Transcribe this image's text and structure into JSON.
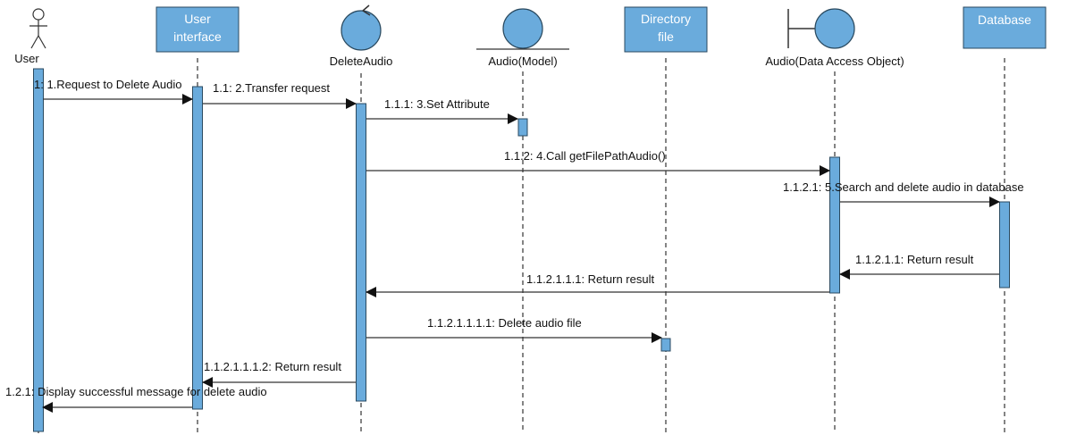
{
  "colors": {
    "fill": "#6aabdc",
    "stroke": "#2a4a60",
    "line": "#333333",
    "box_text": "#ffffff"
  },
  "lifelines": [
    {
      "id": "user",
      "kind": "actor",
      "label": "User"
    },
    {
      "id": "ui",
      "kind": "box",
      "label_lines": [
        "User",
        "interface"
      ]
    },
    {
      "id": "delete",
      "kind": "control",
      "label": "DeleteAudio"
    },
    {
      "id": "model",
      "kind": "entity",
      "label": "Audio(Model)"
    },
    {
      "id": "dir",
      "kind": "box",
      "label_lines": [
        "Directory",
        "file"
      ]
    },
    {
      "id": "dao",
      "kind": "boundary",
      "label": "Audio(Data Access Object)"
    },
    {
      "id": "db",
      "kind": "box",
      "label_lines": [
        "Database"
      ]
    }
  ],
  "messages": [
    {
      "from": "user",
      "to": "ui",
      "label": "1: 1.Request to Delete Audio",
      "type": "sync"
    },
    {
      "from": "ui",
      "to": "delete",
      "label": "1.1: 2.Transfer request",
      "type": "sync"
    },
    {
      "from": "delete",
      "to": "model",
      "label": "1.1.1: 3.Set Attribute",
      "type": "sync"
    },
    {
      "from": "delete",
      "to": "dao",
      "label": "1.1.2: 4.Call getFilePathAudio()",
      "type": "sync"
    },
    {
      "from": "dao",
      "to": "db",
      "label": "1.1.2.1: 5.Search and delete audio in database",
      "type": "sync"
    },
    {
      "from": "db",
      "to": "dao",
      "label": "1.1.2.1.1: Return result",
      "type": "sync"
    },
    {
      "from": "dao",
      "to": "delete",
      "label": "1.1.2.1.1.1: Return result",
      "type": "sync"
    },
    {
      "from": "delete",
      "to": "dir",
      "label": "1.1.2.1.1.1.1: Delete audio file",
      "type": "sync"
    },
    {
      "from": "delete",
      "to": "ui",
      "label": "1.1.2.1.1.1.2: Return result",
      "type": "sync"
    },
    {
      "from": "ui",
      "to": "user",
      "label": "1.2.1: Display successful message for delete audio",
      "type": "sync"
    }
  ]
}
